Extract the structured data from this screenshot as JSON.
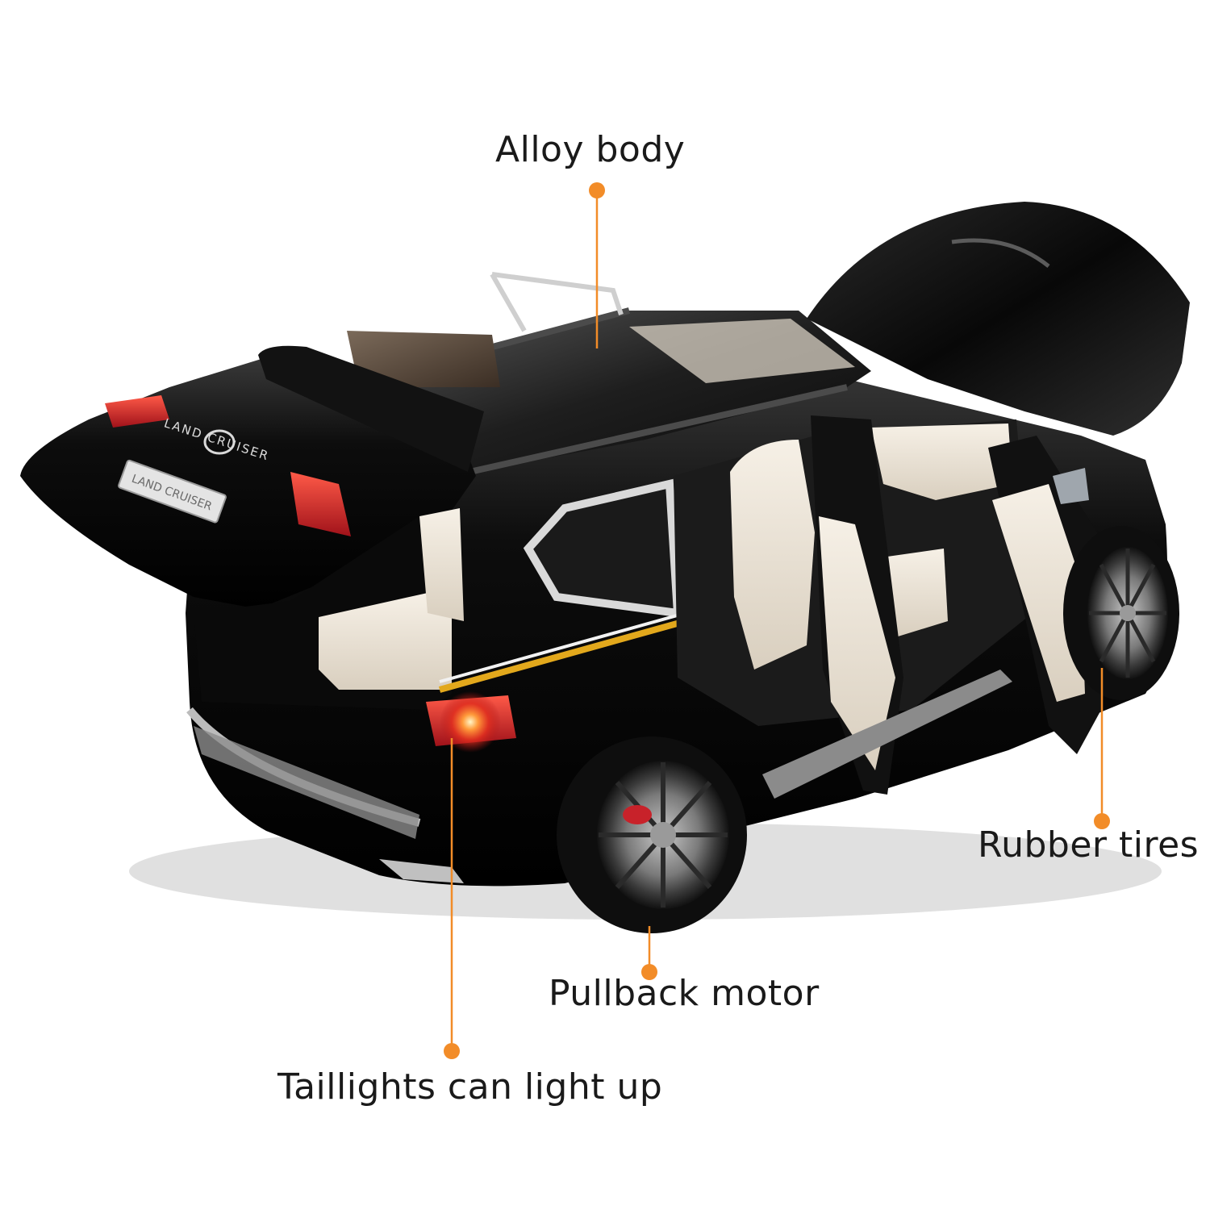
{
  "callouts": {
    "alloy_body": "Alloy body",
    "rubber_tires": "Rubber tires",
    "pullback_motor": "Pullback motor",
    "taillights": "Taillights can light up"
  },
  "badge": {
    "emblem_text": "LAND CRUISER",
    "plate_text": "LAND CRUISER"
  },
  "colors": {
    "accent": "#f28c28",
    "body": "#0b0b0b",
    "interior": "#efe7da",
    "taillight": "#d01f25",
    "stripe": "#e2a81c"
  }
}
